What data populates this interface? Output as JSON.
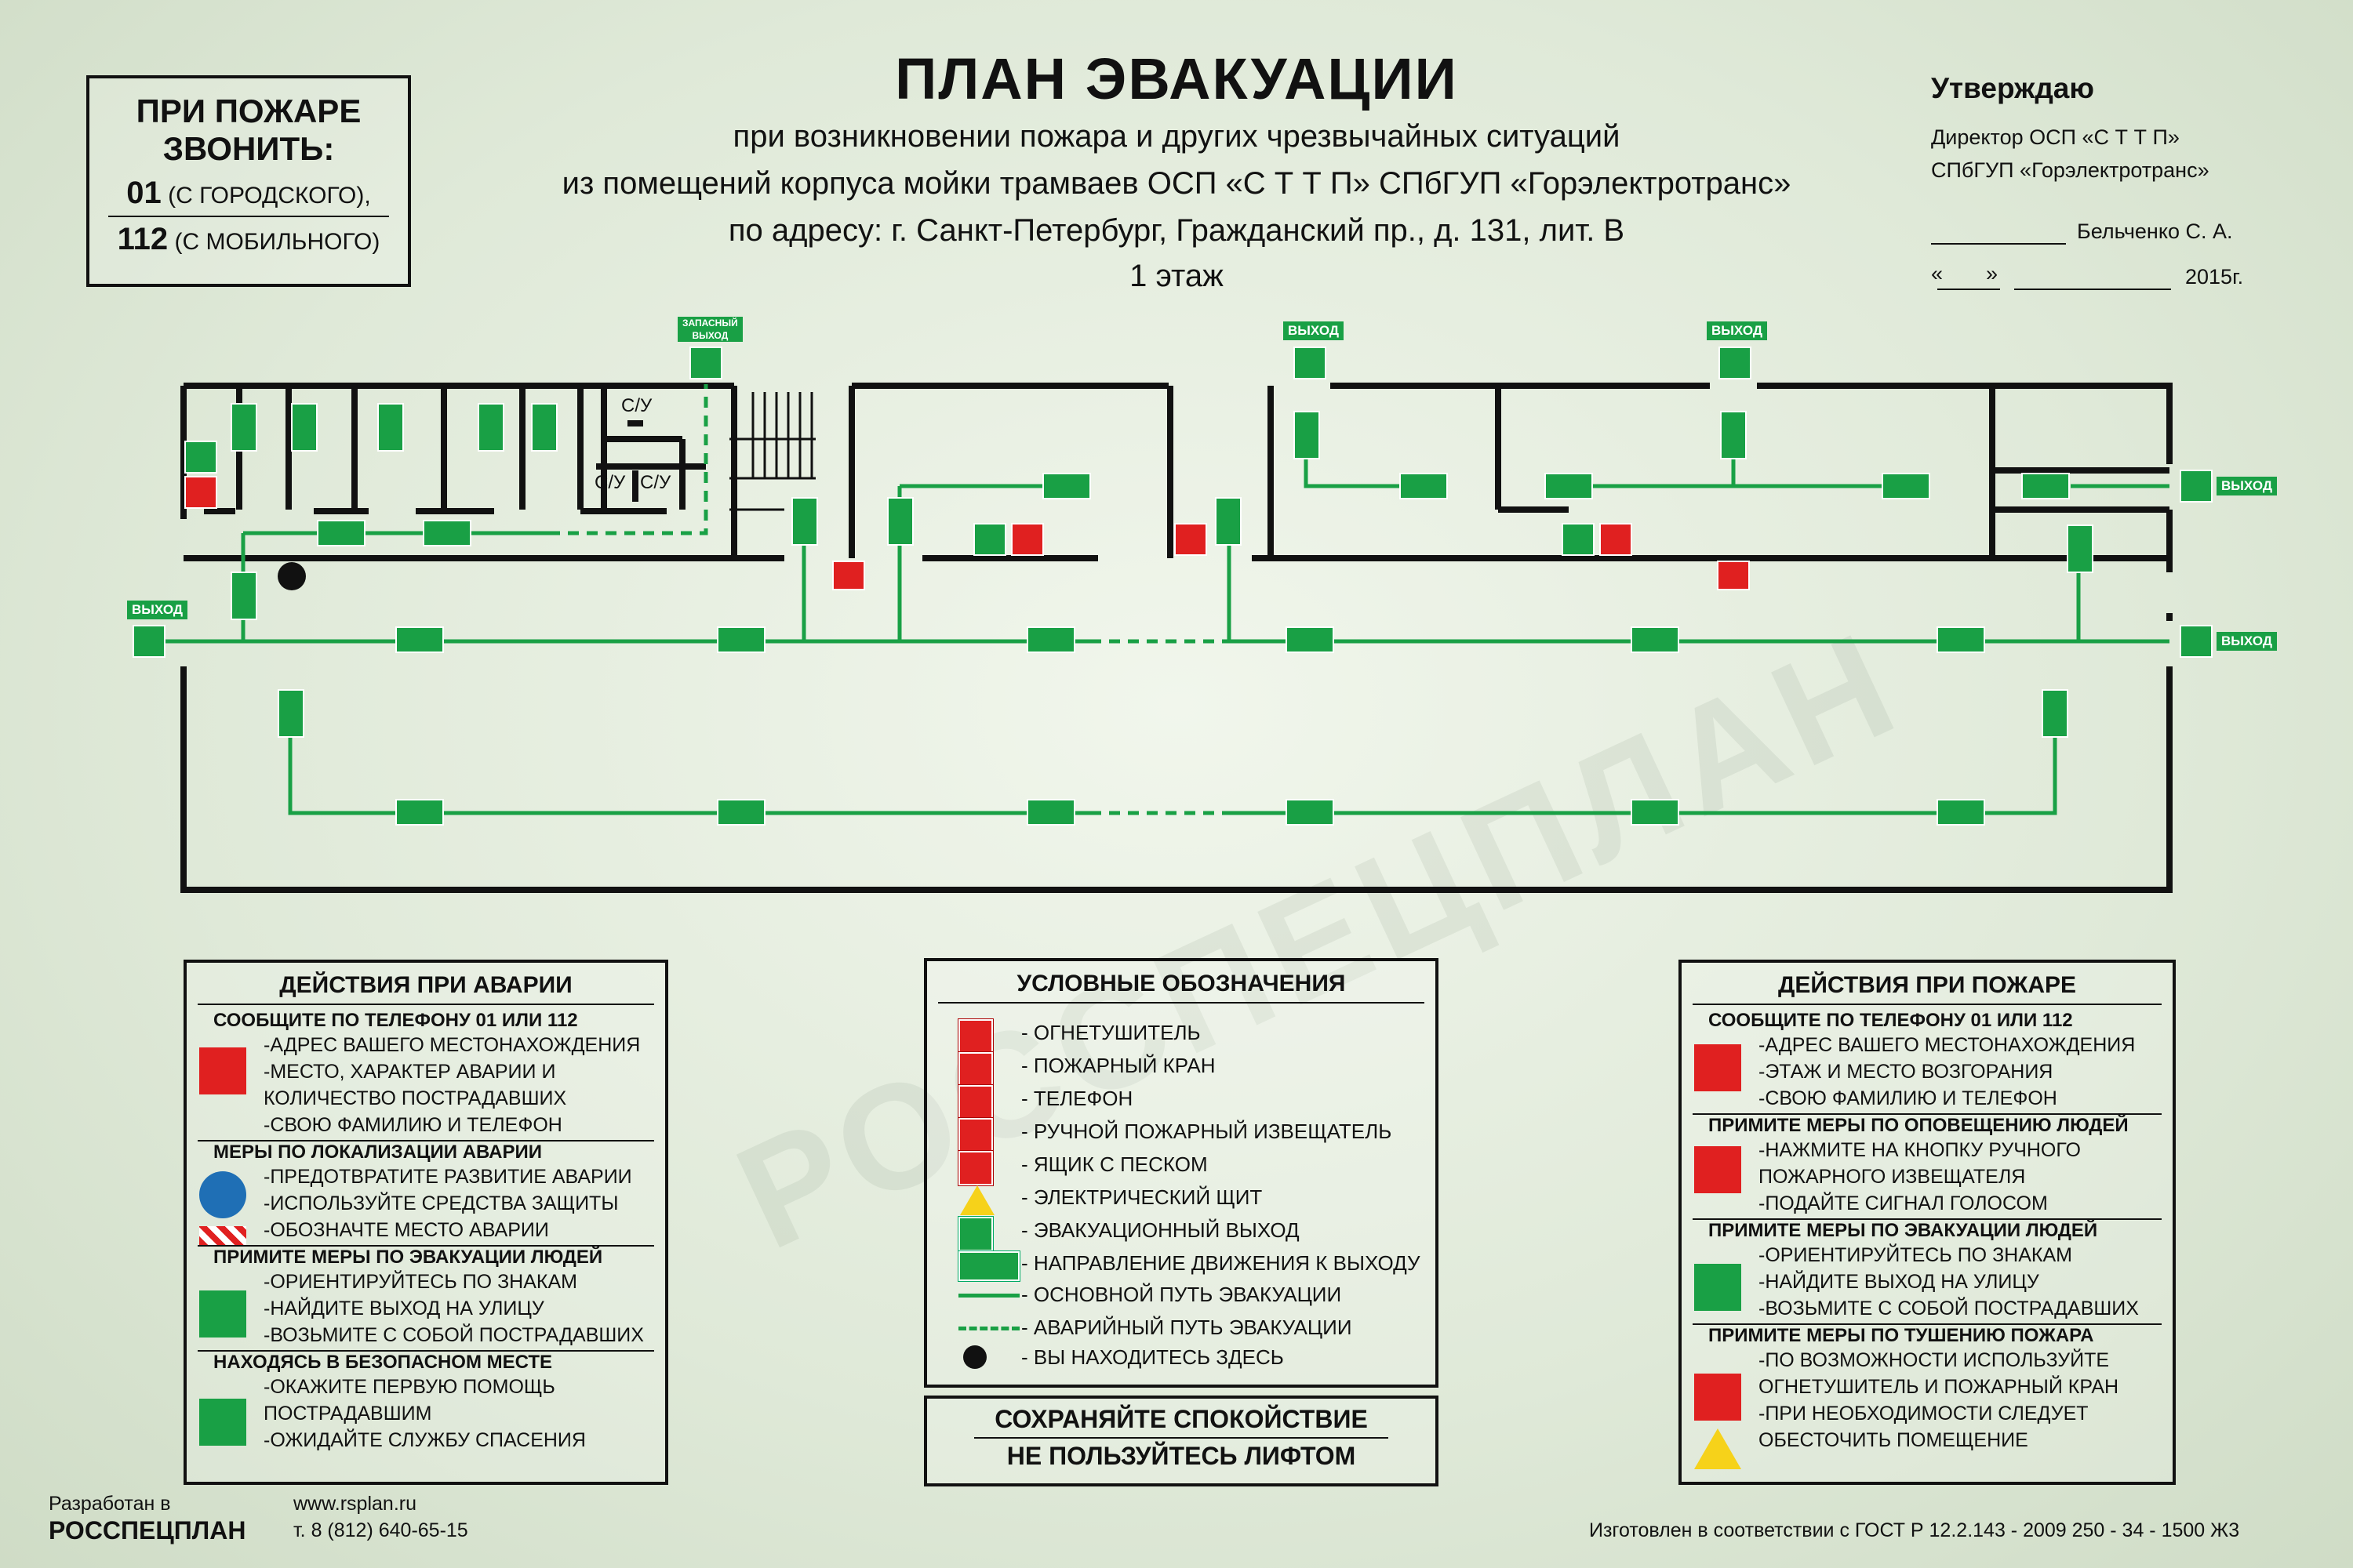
{
  "header": {
    "title": "ПЛАН ЭВАКУАЦИИ",
    "sub1": "при возникновении пожара и других чрезвычайных ситуаций",
    "sub2": "из помещений корпуса мойки трамваев ОСП «С Т Т П» СПбГУП «Горэлектротранс»",
    "sub3": "по адресу: г. Санкт-Петербург, Гражданский пр., д. 131, лит. В",
    "floor": "1 этаж"
  },
  "fire_call": {
    "line1": "ПРИ ПОЖАРЕ",
    "line2": "ЗВОНИТЬ:",
    "n1": "01",
    "n1_note": "(С ГОРОДСКОГО),",
    "n2": "112",
    "n2_note": "(С МОБИЛЬНОГО)"
  },
  "approve": {
    "title": "Утверждаю",
    "line1": "Директор ОСП «С Т Т П»",
    "line2": "СПбГУП «Горэлектротранс»",
    "signer": "Бельченко С. А.",
    "date_q1": "«",
    "date_q2": "»",
    "year": "2015г."
  },
  "plan": {
    "exit": "ВЫХОД",
    "spare_exit_1": "ЗАПАСНЫЙ",
    "spare_exit_2": "ВЫХОД",
    "wc": "С/У"
  },
  "watermark": "РОССПЕЦПЛАН",
  "panel_accident": {
    "title": "ДЕЙСТВИЯ ПРИ АВАРИИ",
    "h1": "СООБЩИТЕ ПО ТЕЛЕФОНУ  01 ИЛИ 112",
    "l1": [
      "-АДРЕС ВАШЕГО МЕСТОНАХОЖДЕНИЯ",
      "-МЕСТО, ХАРАКТЕР АВАРИИ И",
      " КОЛИЧЕСТВО ПОСТРАДАВШИХ",
      "-СВОЮ ФАМИЛИЮ И  ТЕЛЕФОН"
    ],
    "h2": "МЕРЫ ПО ЛОКАЛИЗАЦИИ АВАРИИ",
    "l2": [
      "-ПРЕДОТВРАТИТЕ РАЗВИТИЕ АВАРИИ",
      "-ИСПОЛЬЗУЙТЕ СРЕДСТВА ЗАЩИТЫ",
      "-ОБОЗНАЧТЕ МЕСТО АВАРИИ"
    ],
    "h3": "ПРИМИТЕ МЕРЫ ПО ЭВАКУАЦИИ ЛЮДЕЙ",
    "l3": [
      "-ОРИЕНТИРУЙТЕСЬ ПО ЗНАКАМ",
      "-НАЙДИТЕ ВЫХОД НА УЛИЦУ",
      "-ВОЗЬМИТЕ С СОБОЙ ПОСТРАДАВШИХ"
    ],
    "h4": "НАХОДЯСЬ В БЕЗОПАСНОМ МЕСТЕ",
    "l4": [
      "-ОКАЖИТЕ ПЕРВУЮ ПОМОЩЬ",
      " ПОСТРАДАВШИМ",
      "-ОЖИДАЙТЕ СЛУЖБУ СПАСЕНИЯ"
    ]
  },
  "legend": {
    "title": "УСЛОВНЫЕ ОБОЗНАЧЕНИЯ",
    "items": [
      "-  ОГНЕТУШИТЕЛЬ",
      "-  ПОЖАРНЫЙ КРАН",
      "-  ТЕЛЕФОН",
      "-  РУЧНОЙ ПОЖАРНЫЙ ИЗВЕЩАТЕЛЬ",
      "-  ЯЩИК С ПЕСКОМ",
      "-  ЭЛЕКТРИЧЕСКИЙ ЩИТ",
      "-  ЭВАКУАЦИОННЫЙ ВЫХОД",
      "-  НАПРАВЛЕНИЕ ДВИЖЕНИЯ К ВЫХОДУ",
      "- ОСНОВНОЙ ПУТЬ ЭВАКУАЦИИ",
      "- АВАРИЙНЫЙ ПУТЬ ЭВАКУАЦИИ",
      "-  ВЫ НАХОДИТЕСЬ ЗДЕСЬ"
    ]
  },
  "calm": {
    "line1": "СОХРАНЯЙТЕ  СПОКОЙСТВИЕ",
    "line2": "НЕ ПОЛЬЗУЙТЕСЬ ЛИФТОМ"
  },
  "panel_fire": {
    "title": "ДЕЙСТВИЯ ПРИ ПОЖАРЕ",
    "h1": "СООБЩИТЕ ПО ТЕЛЕФОНУ  01 ИЛИ 112",
    "l1": [
      "-АДРЕС ВАШЕГО МЕСТОНАХОЖДЕНИЯ",
      "-ЭТАЖ И МЕСТО ВОЗГОРАНИЯ",
      "-СВОЮ ФАМИЛИЮ И  ТЕЛЕФОН"
    ],
    "h2": "ПРИМИТЕ МЕРЫ ПО ОПОВЕЩЕНИЮ ЛЮДЕЙ",
    "l2": [
      "-НАЖМИТЕ НА КНОПКУ РУЧНОГО",
      " ПОЖАРНОГО ИЗВЕЩАТЕЛЯ",
      "-ПОДАЙТЕ СИГНАЛ ГОЛОСОМ"
    ],
    "h3": "ПРИМИТЕ МЕРЫ ПО ЭВАКУАЦИИ ЛЮДЕЙ",
    "l3": [
      "-ОРИЕНТИРУЙТЕСЬ ПО ЗНАКАМ",
      "-НАЙДИТЕ ВЫХОД НА УЛИЦУ",
      "-ВОЗЬМИТЕ С СОБОЙ ПОСТРАДАВШИХ"
    ],
    "h4": "ПРИМИТЕ МЕРЫ ПО ТУШЕНИЮ ПОЖАРА",
    "l4": [
      "-ПО ВОЗМОЖНОСТИ ИСПОЛЬЗУЙТЕ",
      " ОГНЕТУШИТЕЛЬ И ПОЖАРНЫЙ КРАН",
      "-ПРИ НЕОБХОДИМОСТИ СЛЕДУЕТ",
      " ОБЕСТОЧИТЬ ПОМЕЩЕНИЕ"
    ]
  },
  "footer": {
    "dev1": "Разработан в",
    "dev2": "РОССПЕЦПЛАН",
    "site": "www.rsplan.ru",
    "phone": "т. 8 (812) 640-65-15",
    "gost": "Изготовлен в соответствии с ГОСТ Р 12.2.143 - 2009 250 - 34 - 1500 Ж3"
  },
  "colors": {
    "green": "#19a045",
    "red": "#e02020",
    "wall": "#111111"
  }
}
